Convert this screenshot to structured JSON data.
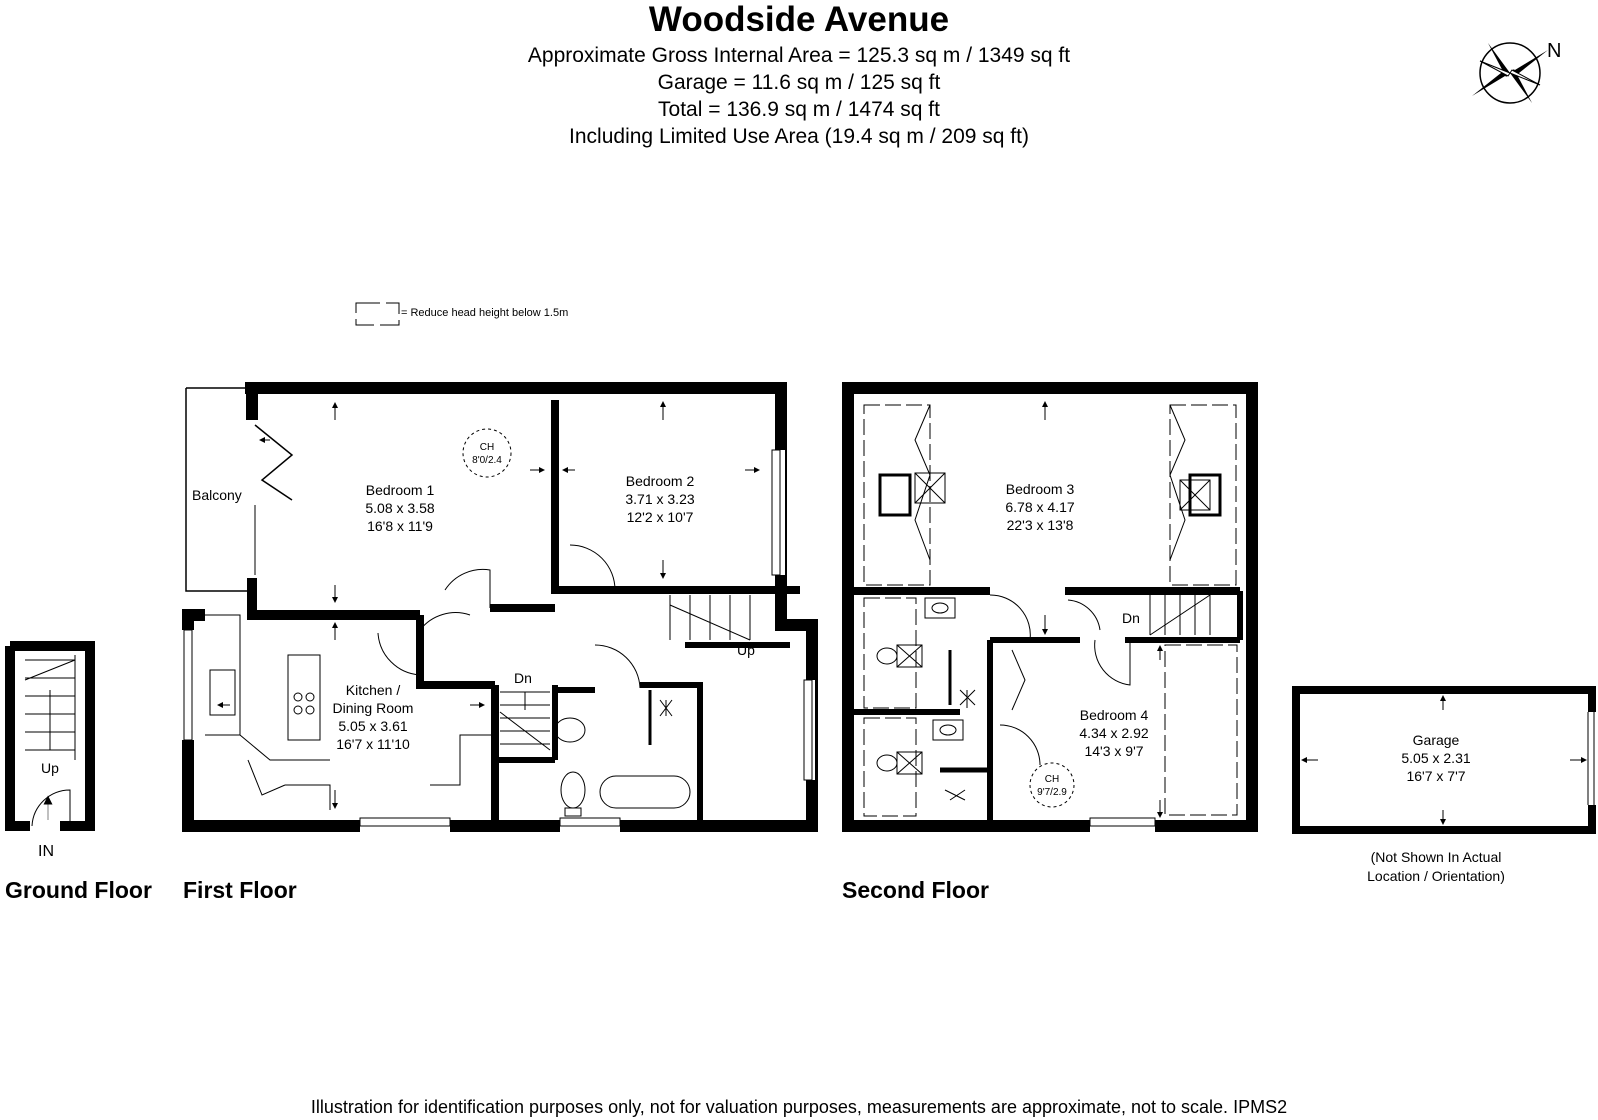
{
  "header": {
    "title": "Woodside Avenue",
    "gross_area": "Approximate Gross Internal Area = 125.3 sq m / 1349 sq ft",
    "garage_area": "Garage = 11.6 sq m / 125 sq ft",
    "total_area": "Total = 136.9 sq m / 1474 sq ft",
    "limited_use": "Including Limited Use Area (19.4 sq m / 209 sq ft)"
  },
  "compass": {
    "north_label": "N"
  },
  "legend": {
    "text": "= Reduce head height below 1.5m"
  },
  "floors": {
    "ground": "Ground Floor",
    "first": "First Floor",
    "second": "Second Floor"
  },
  "ground_floor": {
    "up": "Up",
    "entrance": "IN"
  },
  "first_floor": {
    "balcony": "Balcony",
    "bedroom1": {
      "name": "Bedroom 1",
      "metric": "5.08 x 3.58",
      "imperial": "16'8 x 11'9"
    },
    "bedroom1_ceiling": {
      "label": "CH",
      "value": "8'0/2.4"
    },
    "bedroom2": {
      "name": "Bedroom 2",
      "metric": "3.71 x 3.23",
      "imperial": "12'2 x 10'7"
    },
    "kitchen": {
      "name": "Kitchen /",
      "name2": "Dining Room",
      "metric": "5.05 x 3.61",
      "imperial": "16'7 x 11'10"
    },
    "stairs_down": "Dn",
    "stairs_up": "Up"
  },
  "second_floor": {
    "bedroom3": {
      "name": "Bedroom 3",
      "metric": "6.78 x 4.17",
      "imperial": "22'3 x 13'8"
    },
    "bedroom4": {
      "name": "Bedroom 4",
      "metric": "4.34 x 2.92",
      "imperial": "14'3 x 9'7"
    },
    "bedroom4_ceiling": {
      "label": "CH",
      "value": "9'7/2.9"
    },
    "stairs_down": "Dn"
  },
  "garage": {
    "name": "Garage",
    "metric": "5.05 x 2.31",
    "imperial": "16'7 x 7'7",
    "note1": "(Not Shown In Actual",
    "note2": "Location / Orientation)"
  },
  "footer": "Illustration for identification purposes only, not for valuation purposes, measurements are approximate, not to scale. IPMS2"
}
